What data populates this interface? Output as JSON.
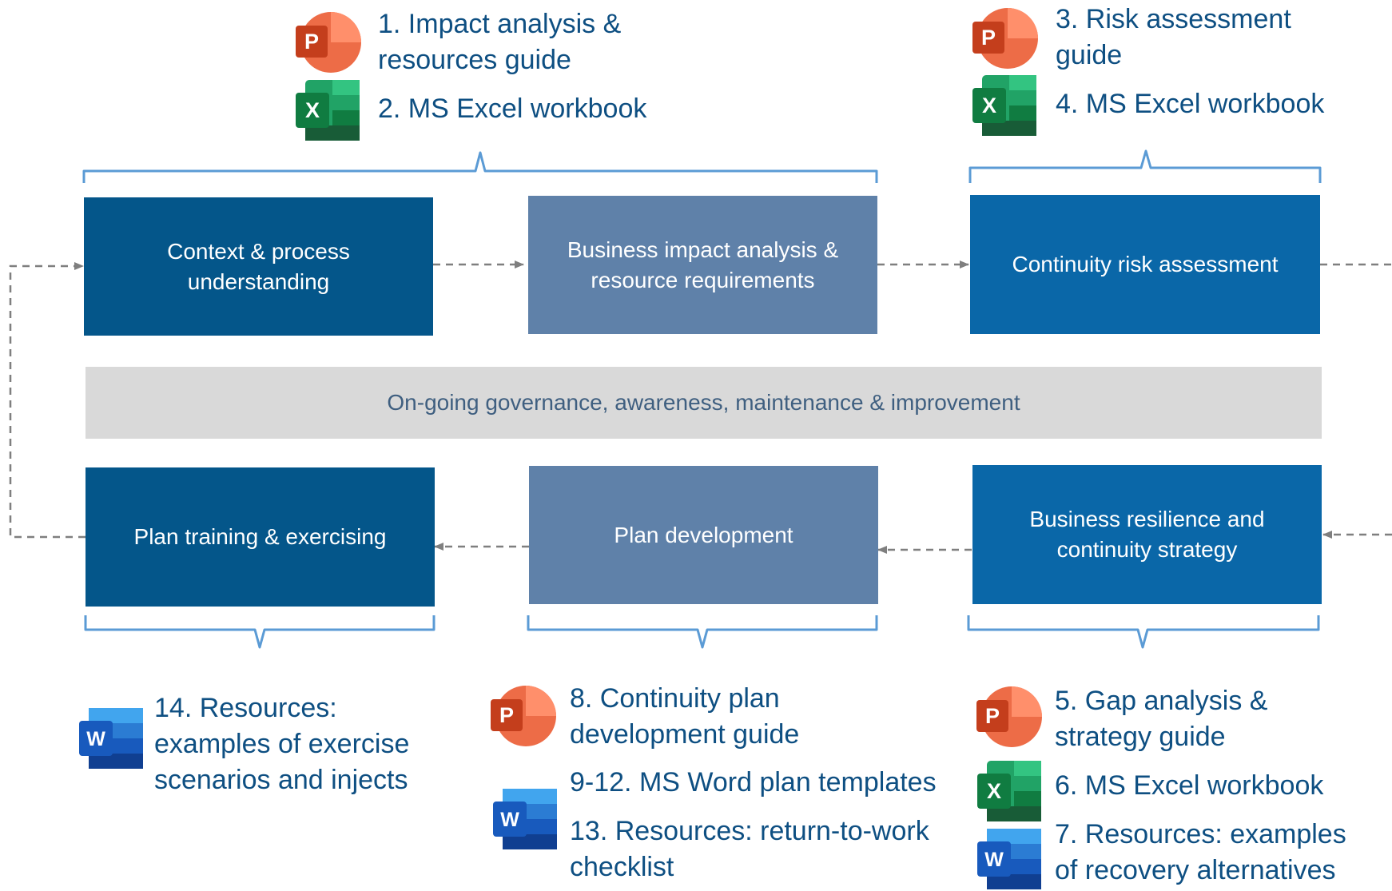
{
  "colors": {
    "dark_step": "#04568a",
    "mid_step": "#5f81a9",
    "blue_step": "#0a67a8",
    "governance_bar": "#d9d9d9",
    "resource_text": "#0e4f82",
    "bracket": "#5b9bd5",
    "arrow": "#7f7f7f"
  },
  "steps": [
    {
      "label": "Context & process\nunderstanding"
    },
    {
      "label": "Business impact analysis &\nresource requirements"
    },
    {
      "label": "Continuity risk assessment"
    },
    {
      "label": "Business resilience and\ncontinuity strategy"
    },
    {
      "label": "Plan development"
    },
    {
      "label": "Plan training & exercising"
    }
  ],
  "governance": {
    "label": "On-going governance, awareness, maintenance & improvement"
  },
  "resources": {
    "r1": "1. Impact analysis &\nresources guide",
    "r2": "2. MS Excel workbook",
    "r3": "3. Risk assessment\nguide",
    "r4": "4. MS Excel workbook",
    "r5": "5. Gap analysis &\nstrategy guide",
    "r6": "6. MS Excel workbook",
    "r7": "7. Resources: examples\nof recovery alternatives",
    "r8": "8. Continuity plan\ndevelopment guide",
    "r9": "9-12. MS Word plan templates",
    "r13": "13. Resources: return-to-work\nchecklist",
    "r14": "14. Resources:\nexamples of exercise\nscenarios and injects"
  },
  "icons": {
    "powerpoint": "powerpoint-icon",
    "excel": "excel-icon",
    "word": "word-icon",
    "powerpoint_letter": "P",
    "excel_letter": "X",
    "word_letter": "W"
  }
}
